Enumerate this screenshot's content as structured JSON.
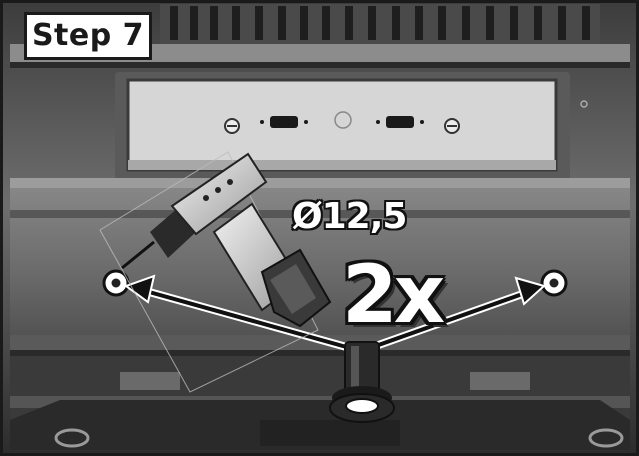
{
  "step_label": "Step 7",
  "drill_bit_diameter": "Ø12,5",
  "quantity": "2x",
  "icons": [
    "drill-icon",
    "bolt-icon",
    "hole-marker-icon",
    "arrow-icon"
  ],
  "colors": {
    "frame": "#5a5a5a",
    "panel": "#d2d2d2",
    "outline": "#111111",
    "label_bg": "#ffffff"
  }
}
